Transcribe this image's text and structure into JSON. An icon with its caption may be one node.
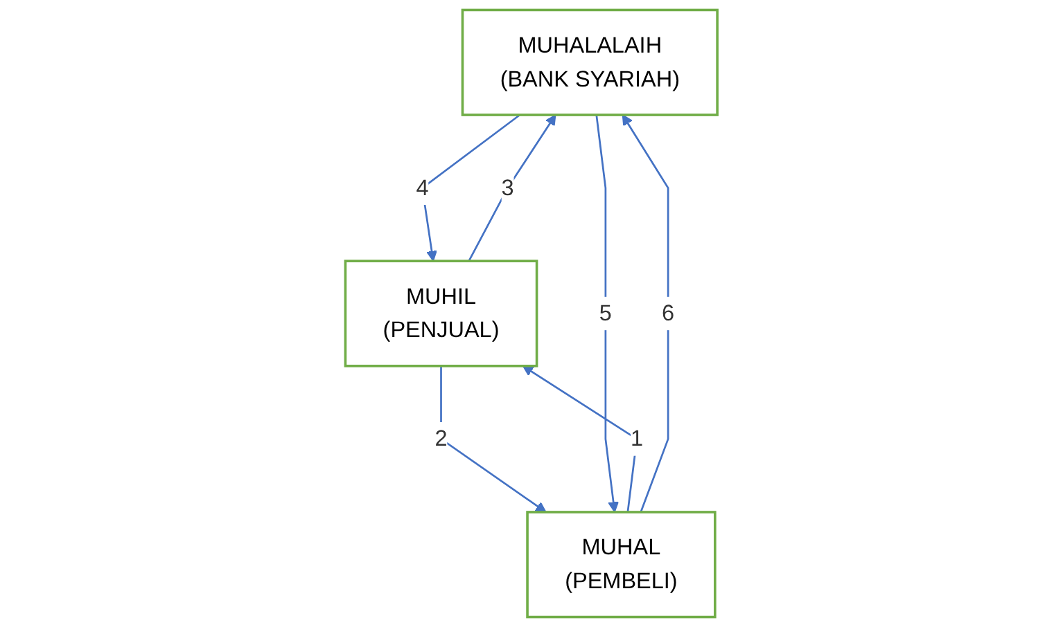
{
  "diagram": {
    "nodes": [
      {
        "text": [
          "MUHALALAIH",
          "(BANK SYARIAH)"
        ]
      },
      {
        "text": [
          "MUHIL",
          "(PENJUAL)"
        ]
      },
      {
        "text": [
          "MUHAL",
          "(PEMBELI)"
        ]
      }
    ],
    "edges": [
      {
        "from": 2,
        "to": 1,
        "arrow": "to",
        "label": "1"
      },
      {
        "from": 1,
        "to": 2,
        "arrow": "to",
        "label": "2"
      },
      {
        "from": 1,
        "to": 0,
        "arrow": "to",
        "label": "3"
      },
      {
        "from": 0,
        "to": 1,
        "arrow": "to",
        "label": "4"
      },
      {
        "from": 0,
        "to": 2,
        "arrow": "to",
        "label": "5"
      },
      {
        "from": 2,
        "to": 0,
        "arrow": "to",
        "label": "6"
      }
    ]
  }
}
